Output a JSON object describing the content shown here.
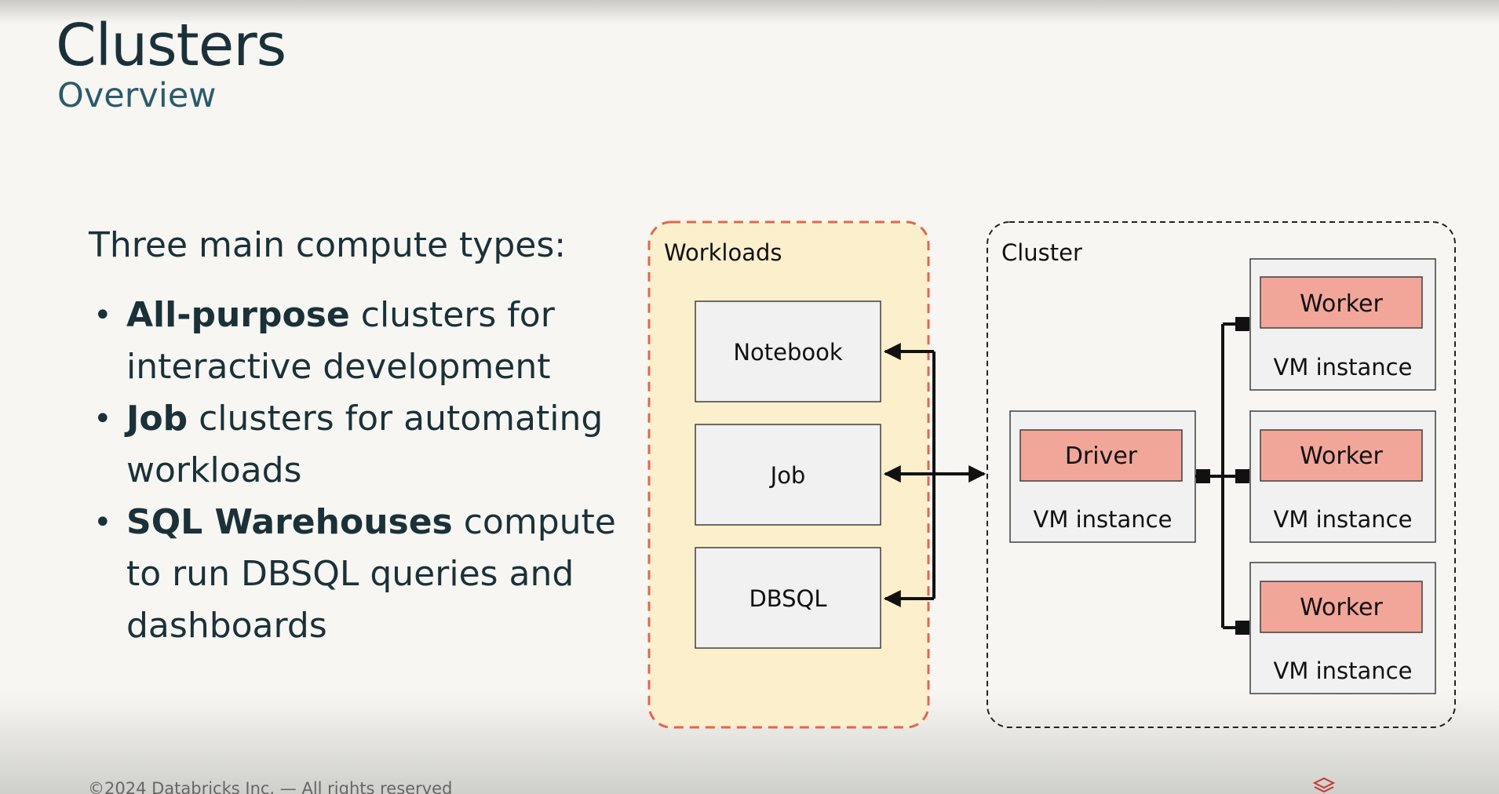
{
  "title": "Clusters",
  "subtitle": "Overview",
  "intro": "Three main compute types:",
  "bullets": [
    {
      "bold": "All-purpose",
      "rest": " clusters for interactive development"
    },
    {
      "bold": "Job",
      "rest": " clusters for automating workloads"
    },
    {
      "bold": "SQL Warehouses",
      "rest": " compute to run DBSQL queries and dashboards"
    }
  ],
  "diagram": {
    "workloads_label": "Workloads",
    "workloads": [
      "Notebook",
      "Job",
      "DBSQL"
    ],
    "cluster_label": "Cluster",
    "driver_label": "Driver",
    "worker_label": "Worker",
    "vm_label": "VM instance"
  },
  "footer": "©2024 Databricks Inc. — All rights reserved",
  "colors": {
    "workloads_fill": "#fcf0cc",
    "workloads_border": "#e06650",
    "node_fill": "#f1f1f1",
    "node_border": "#3e3e3e",
    "worker_fill": "#f2a69a",
    "title": "#1b3139",
    "subtitle": "#2a5b6a"
  },
  "icons": [
    "databricks-logo-icon"
  ]
}
